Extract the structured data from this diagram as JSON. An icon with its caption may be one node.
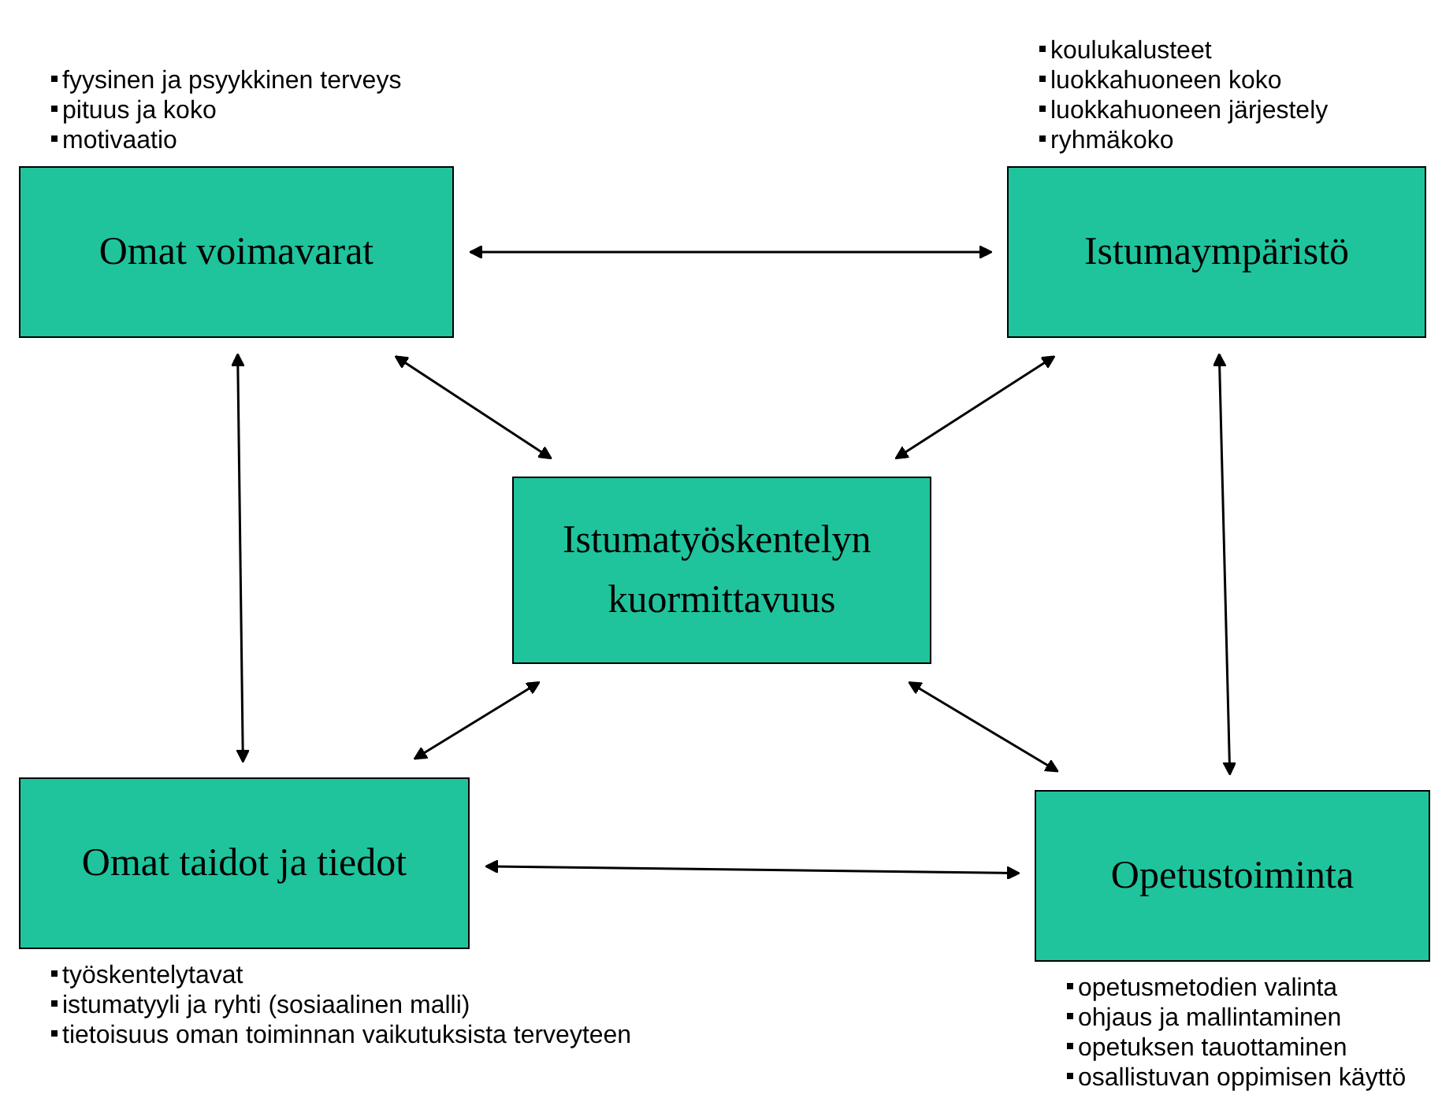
{
  "diagram": {
    "nodes": [
      {
        "text": [
          "Omat voimavarat"
        ],
        "beside": [
          "fyysinen ja psyykkinen terveys",
          "pituus ja koko",
          "motivaatio"
        ]
      },
      {
        "text": [
          "Istumaympäristö"
        ],
        "beside": [
          "koulukalusteet",
          "luokkahuoneen koko",
          "luokkahuoneen järjestely",
          "ryhmäkoko"
        ]
      },
      {
        "text": [
          "Istumatyöskentelyn kuormittavuus"
        ]
      },
      {
        "text": [
          "Omat taidot ja tiedot"
        ],
        "beside": [
          "työskentelytavat",
          "istumatyyli ja ryhti (sosiaalinen malli)",
          "tietoisuus oman toiminnan vaikutuksista terveyteen"
        ]
      },
      {
        "text": [
          "Opetustoiminta"
        ],
        "beside": [
          "opetusmetodien valinta",
          "ohjaus ja mallintaminen",
          "opetuksen tauottaminen",
          "osallistuvan oppimisen käyttö"
        ]
      }
    ],
    "edges": [
      {
        "from": 0,
        "to": 1,
        "arrow": "both"
      },
      {
        "from": 0,
        "to": 2,
        "arrow": "both"
      },
      {
        "from": 1,
        "to": 2,
        "arrow": "both"
      },
      {
        "from": 0,
        "to": 3,
        "arrow": "both"
      },
      {
        "from": 1,
        "to": 4,
        "arrow": "both"
      },
      {
        "from": 3,
        "to": 2,
        "arrow": "both"
      },
      {
        "from": 4,
        "to": 2,
        "arrow": "both"
      },
      {
        "from": 3,
        "to": 4,
        "arrow": "both"
      }
    ]
  }
}
